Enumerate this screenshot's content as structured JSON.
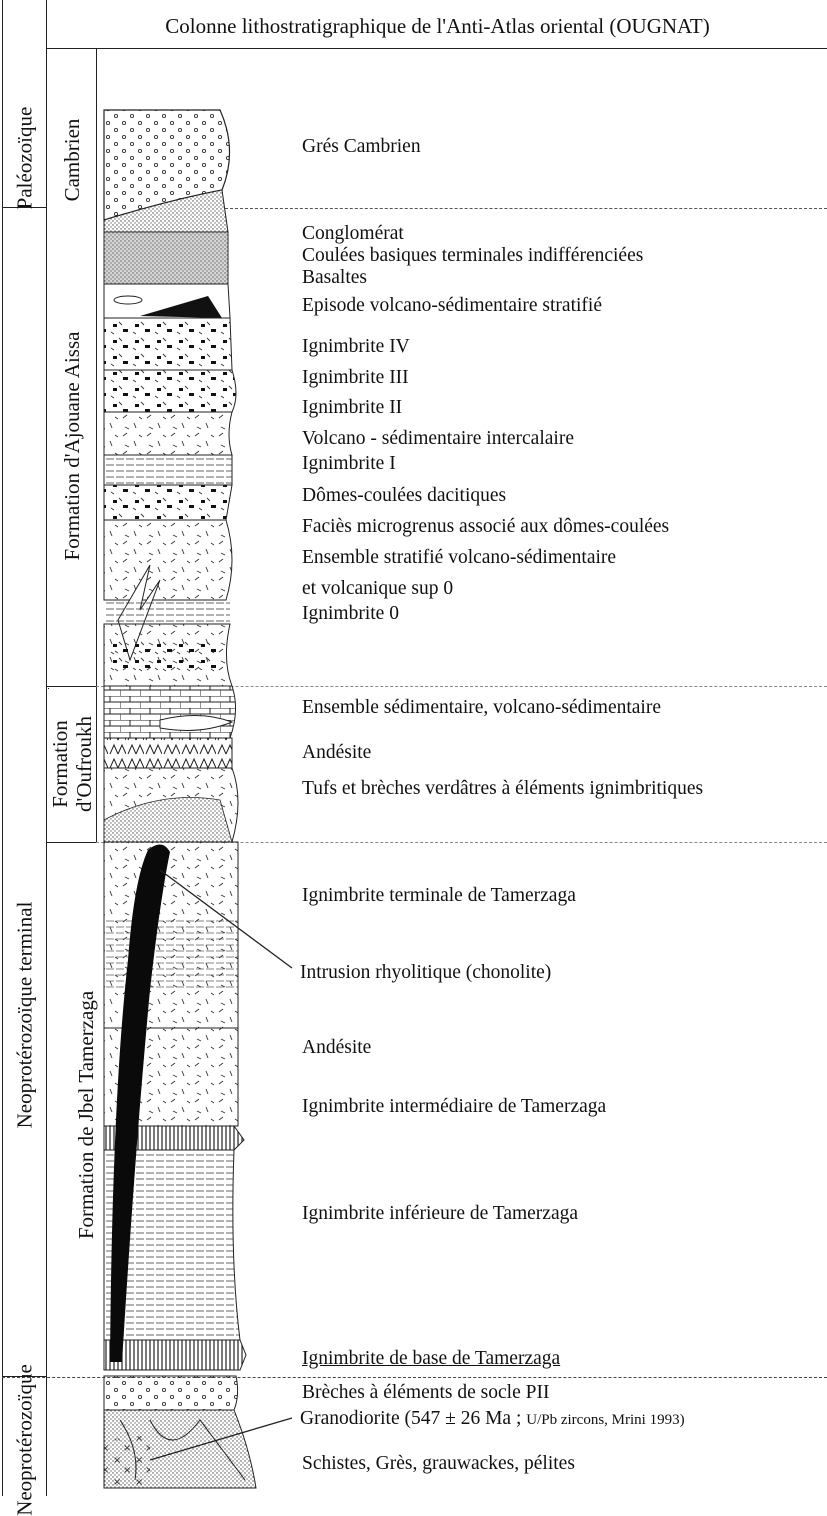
{
  "title": "Colonne lithostratigraphique de l'Anti-Atlas oriental (OUGNAT)",
  "eras": {
    "paleozoique": "Paléozoïque",
    "neoproterozoique_terminal": "Neoprotérozoïque terminal",
    "neoproterozoique": "Neoprotérozoïque"
  },
  "formations": {
    "cambrien": "Cambrien",
    "ajouane": "Formation d'Ajouane Aissa",
    "oufroukh_line1": "Formation",
    "oufroukh_line2": "d'Oufroukh",
    "tamerzaga": "Formation de Jbel Tamerzaga"
  },
  "layers": {
    "gres_cambrien": "Grés Cambrien",
    "conglomerat": "Conglomérat",
    "coulees_basiques": "Coulées basiques terminales indifférenciées",
    "basaltes": "Basaltes",
    "episode_volcano": "Episode volcano-sédimentaire stratifié",
    "ignimbrite_iv": "Ignimbrite IV",
    "ignimbrite_iii": "Ignimbrite III",
    "ignimbrite_ii": "Ignimbrite II",
    "volcano_intercalaire": "Volcano - sédimentaire intercalaire",
    "ignimbrite_i": "Ignimbrite I",
    "domes_coulees": "Dômes-coulées dacitiques",
    "facies_microgrenus": "Faciès microgrenus associé aux dômes-coulées",
    "ensemble_stratifie": "Ensemble stratifié volcano-sédimentaire",
    "volcanique_sup0": "et volcanique sup 0",
    "ignimbrite_0": "Ignimbrite 0",
    "ensemble_sedimentaire": "Ensemble sédimentaire, volcano-sédimentaire",
    "andesite_1": "Andésite",
    "tufs_breches": "Tufs et brèches verdâtres à éléments ignimbritiques",
    "ignimbrite_terminale": "Ignimbrite terminale de Tamerzaga",
    "intrusion_rhyolitique": "Intrusion rhyolitique (chonolite)",
    "andesite_2": "Andésite",
    "ignimbrite_intermediaire": "Ignimbrite intermédiaire de Tamerzaga",
    "ignimbrite_inferieure": "Ignimbrite inférieure de Tamerzaga",
    "ignimbrite_base": "Ignimbrite de base de Tamerzaga",
    "breches_socle": "Brèches à éléments de socle PII",
    "granodiorite": "Granodiorite (547 ± 26 Ma ;",
    "granodiorite_ref": "U/Pb zircons, Mrini 1993)",
    "schistes": "Schistes, Grès, grauwackes, pélites"
  }
}
